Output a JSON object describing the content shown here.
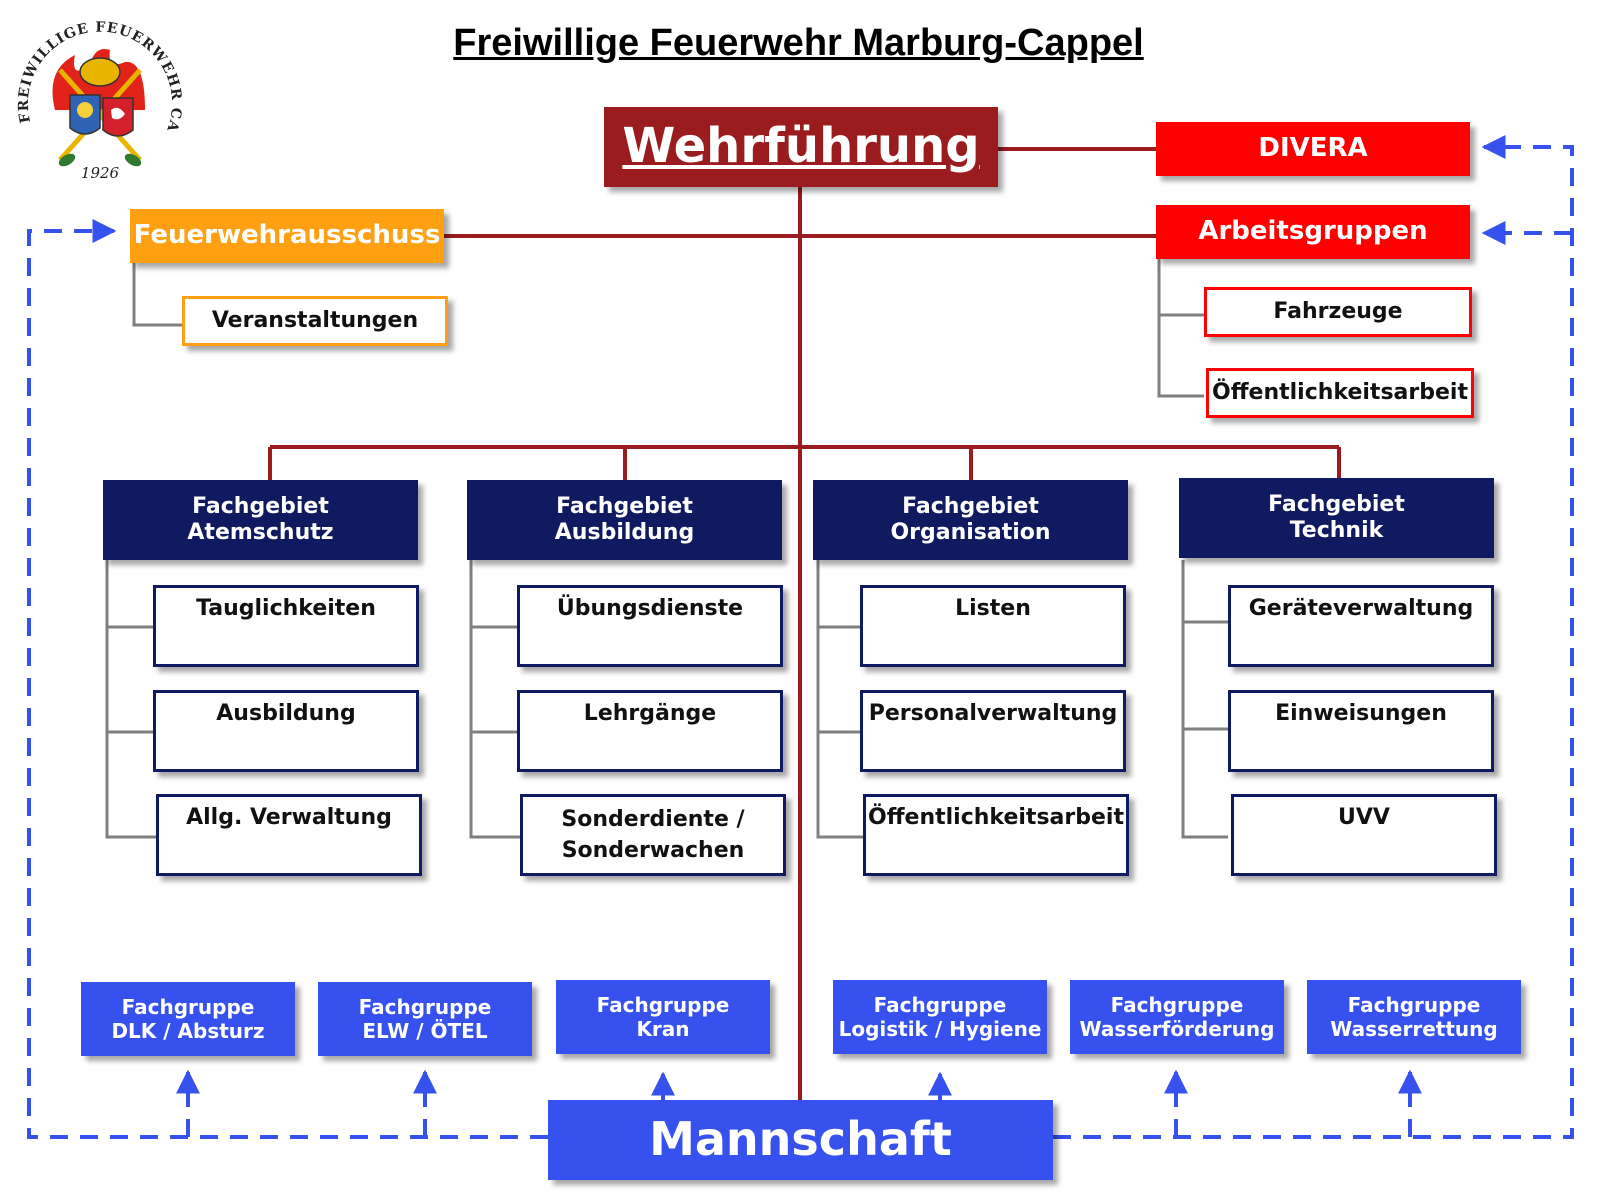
{
  "title": "Freiwillige Feuerwehr Marburg-Cappel",
  "logo": {
    "ring_text": "FREIWILLIGE FEUERWEHR CAPPEL",
    "year": "1926",
    "icon": "fire-department-crest-icon"
  },
  "leadership": {
    "label": "Wehrführung"
  },
  "divera": {
    "label": "DIVERA"
  },
  "working_groups": {
    "label": "Arbeitsgruppen",
    "items": [
      "Fahrzeuge",
      "Öffentlichkeitsarbeit"
    ]
  },
  "committee": {
    "label": "Feuerwehrausschuss",
    "items": [
      "Veranstaltungen"
    ]
  },
  "departments": [
    {
      "line1": "Fachgebiet",
      "line2": "Atemschutz",
      "items": [
        "Tauglichkeiten",
        "Ausbildung",
        "Allg. Verwaltung"
      ]
    },
    {
      "line1": "Fachgebiet",
      "line2": "Ausbildung",
      "items": [
        "Übungsdienste",
        "Lehrgänge",
        "Sonderdiente /\nSonderwachen"
      ]
    },
    {
      "line1": "Fachgebiet",
      "line2": "Organisation",
      "items": [
        "Listen",
        "Personalverwaltung",
        "Öffentlichkeitsarbeit"
      ]
    },
    {
      "line1": "Fachgebiet",
      "line2": "Technik",
      "items": [
        "Geräteverwaltung",
        "Einweisungen",
        "UVV"
      ]
    }
  ],
  "specialist_groups": [
    {
      "line1": "Fachgruppe",
      "line2": "DLK / Absturz"
    },
    {
      "line1": "Fachgruppe",
      "line2": "ELW / ÖTEL"
    },
    {
      "line1": "Fachgruppe",
      "line2": "Kran"
    },
    {
      "line1": "Fachgruppe",
      "line2": "Logistik / Hygiene"
    },
    {
      "line1": "Fachgruppe",
      "line2": "Wasserförderung"
    },
    {
      "line1": "Fachgruppe",
      "line2": "Wasserrettung"
    }
  ],
  "crew": {
    "label": "Mannschaft"
  },
  "colors": {
    "leadership": "#9b1c1f",
    "red": "#fe0000",
    "orange": "#ffa012",
    "navy": "#0f1a60",
    "blue": "#3651ee",
    "connector_gray": "#7f7f7f"
  }
}
